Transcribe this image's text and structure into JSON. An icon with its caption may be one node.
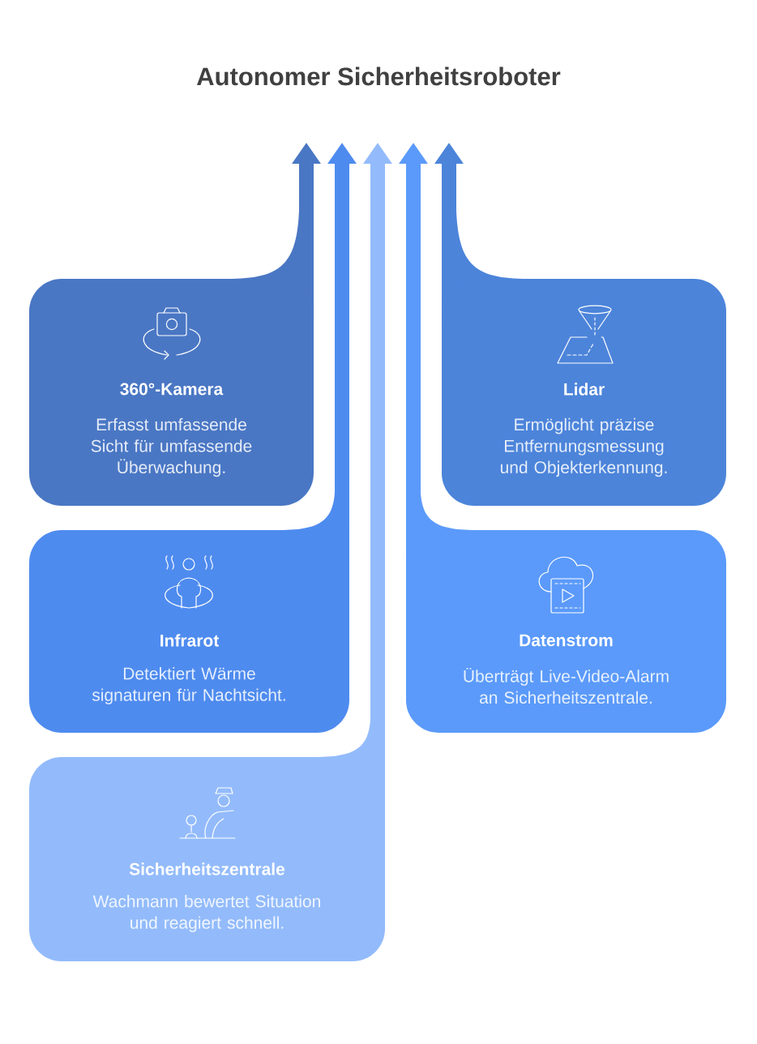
{
  "diagram": {
    "title": "Autonomer Sicherheitsroboter",
    "nodes": [
      {
        "text": [
          "360°-Kamera",
          "Erfasst umfassende Sicht für umfassende Überwachung."
        ]
      },
      {
        "text": [
          "Lidar",
          "Ermöglicht präzise Entfernungsmessung und Objekterkennung."
        ]
      },
      {
        "text": [
          "Infrarot",
          "Detektiert Wärme signaturen für Nachtsicht."
        ]
      },
      {
        "text": [
          "Datenstrom",
          "Überträgt Live-Video-Alarm an Sicherheitszentrale."
        ]
      },
      {
        "text": [
          "Sicherheitszentrale",
          "Wachmann bewertet Situation und reagiert schnell."
        ]
      }
    ],
    "edges": [
      {
        "from": 0,
        "to": null,
        "arrow": "to",
        "color": "#4a77c4"
      },
      {
        "from": 2,
        "to": null,
        "arrow": "to",
        "color": "#4e8bef"
      },
      {
        "from": 4,
        "to": null,
        "arrow": "to",
        "color": "#93bbfb"
      },
      {
        "from": 3,
        "to": null,
        "arrow": "to",
        "color": "#5b9afa"
      },
      {
        "from": 1,
        "to": null,
        "arrow": "to",
        "color": "#4c84da"
      }
    ]
  }
}
